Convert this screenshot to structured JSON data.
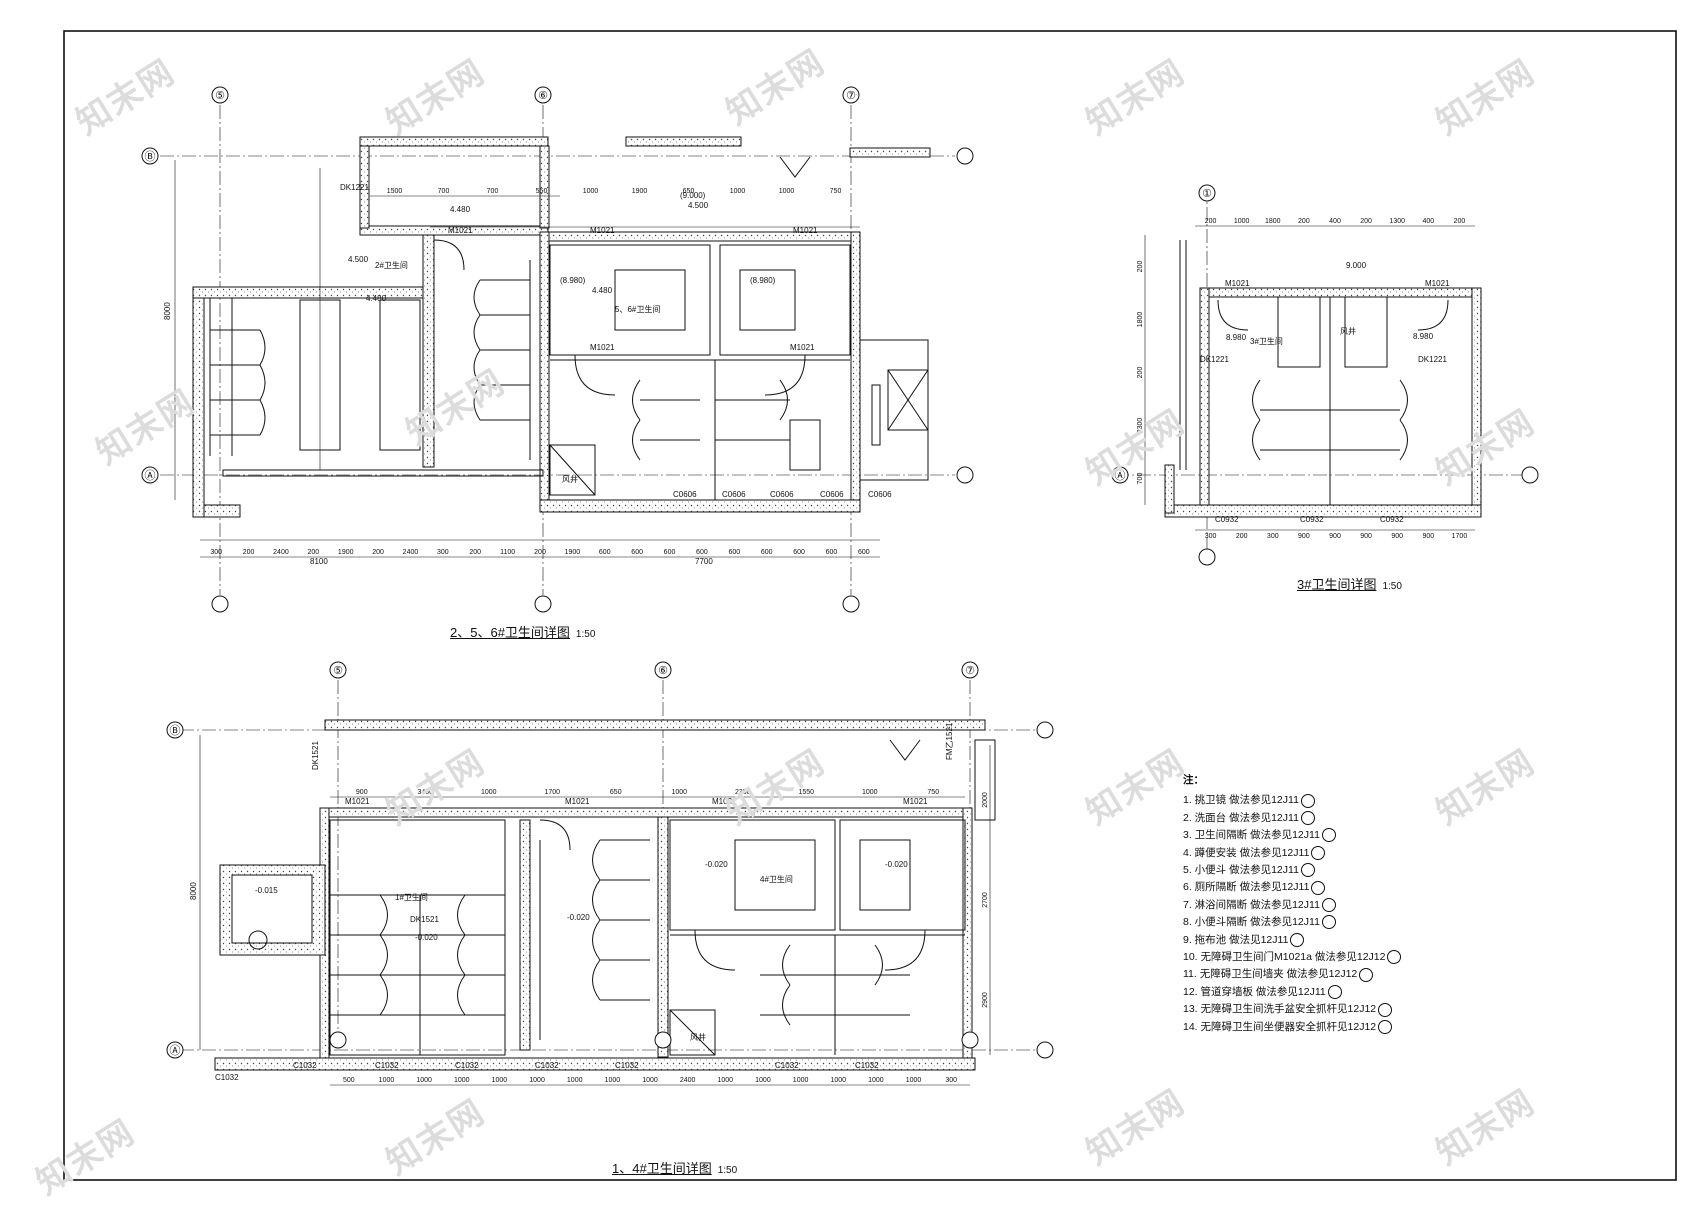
{
  "drawings": {
    "d256": {
      "title": "2、5、6#卫生间详图",
      "scale": "1:50",
      "axes": [
        "⑤",
        "⑥",
        "⑦"
      ],
      "rows": [
        "Ⓑ",
        "Ⓐ"
      ],
      "room_labels": [
        "2#卫生间",
        "5、6#卫生间"
      ],
      "elevations": [
        "4.480",
        "4.500",
        "4.480",
        "4.480",
        "(9.000)",
        "4.500",
        "(8.980)",
        "(8.980)"
      ],
      "doors": [
        "M1021",
        "M1021",
        "M1021",
        "M1021",
        "M1021",
        "DK1221"
      ],
      "windows": [
        "C0606",
        "C0606",
        "C0606",
        "C0606",
        "C0606"
      ],
      "shaft": "风井",
      "dims_bottom": [
        "300",
        "200",
        "2400",
        "200",
        "1900",
        "200",
        "2400",
        "300",
        "200",
        "1100",
        "200",
        "1900",
        "600",
        "600",
        "600",
        "600",
        "600",
        "600",
        "600",
        "600",
        "600"
      ],
      "dims_total": [
        "8100",
        "7700"
      ],
      "dims_left": [
        "8000"
      ],
      "dims_top": [
        "1500",
        "700",
        "700",
        "550",
        "1000",
        "1900",
        "650",
        "1000",
        "1000",
        "750"
      ]
    },
    "d3": {
      "title": "3#卫生间详图",
      "scale": "1:50",
      "axes": [
        "①"
      ],
      "rows": [
        "Ⓐ"
      ],
      "room_labels": [
        "3#卫生间",
        "风井"
      ],
      "elevations": [
        "9.000",
        "8.980",
        "8.980"
      ],
      "doors": [
        "M1021",
        "M1021",
        "DK1221",
        "DK1221"
      ],
      "windows": [
        "C0932",
        "C0932",
        "C0932"
      ],
      "dims_top": [
        "200",
        "1000",
        "1800",
        "200",
        "400",
        "200",
        "1300",
        "400",
        "200"
      ],
      "dims_bottom": [
        "300",
        "200",
        "300",
        "900",
        "900",
        "900",
        "900",
        "900",
        "1700"
      ],
      "dims_left": [
        "200",
        "1800",
        "200",
        "2300",
        "700"
      ]
    },
    "d14": {
      "title": "1、4#卫生间详图",
      "scale": "1:50",
      "axes": [
        "⑤",
        "⑥",
        "⑦"
      ],
      "rows": [
        "Ⓑ",
        "Ⓐ"
      ],
      "room_labels": [
        "1#卫生间",
        "4#卫生间"
      ],
      "elevations": [
        "-0.015",
        "-0.020",
        "-0.020",
        "-0.020",
        "-0.020"
      ],
      "doors": [
        "M1021",
        "M1021",
        "M1021",
        "M1021",
        "DK1521",
        "DK1521",
        "FM乙1521"
      ],
      "windows": [
        "C1032",
        "C1032",
        "C1032",
        "C1032",
        "C1032",
        "C1032",
        "C1032",
        "C1032"
      ],
      "shaft": "风井",
      "dims_bottom": [
        "500",
        "1000",
        "1000",
        "1000",
        "1000",
        "1000",
        "1000",
        "1000",
        "1000",
        "2400",
        "1000",
        "1000",
        "1000",
        "1000",
        "1000",
        "1000",
        "300"
      ],
      "dims_top": [
        "900",
        "3400",
        "1000",
        "1700",
        "650",
        "1000",
        "2350",
        "1550",
        "1000",
        "750"
      ],
      "dims_left": [
        "8000"
      ],
      "dims_right": [
        "2000",
        "2700",
        "2900"
      ]
    }
  },
  "notes": {
    "title": "注：",
    "items": [
      "1. 挑卫镜  做法参见12J11",
      "2. 洗面台  做法参见12J11",
      "3. 卫生间隔断  做法参见12J11",
      "4. 蹲便安装  做法参见12J11",
      "5. 小便斗  做法参见12J11",
      "6. 厕所隔断  做法参见12J11",
      "7. 淋浴间隔断  做法参见12J11",
      "8. 小便斗隔断  做法参见12J11",
      "9. 拖布池  做法见12J11",
      "10. 无障碍卫生间门M1021a  做法参见12J12",
      "11. 无障碍卫生间墙夹  做法参见12J12",
      "12. 管道穿墙板  做法参见12J11",
      "13. 无障碍卫生间洗手盆安全抓杆见12J12",
      "14. 无障碍卫生间坐便器安全抓杆见12J12"
    ]
  },
  "watermark": "知末网"
}
